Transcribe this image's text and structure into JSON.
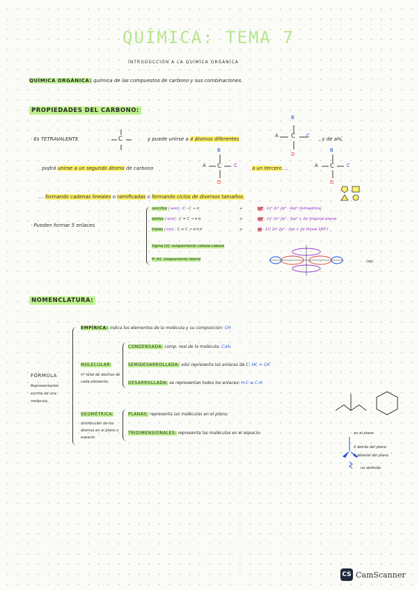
{
  "header": {
    "title": "QUÍMICA: TEMA 7",
    "subtitle": "INTRODUCCIÓN A LA QUÍMICA ORGÁNICA"
  },
  "definition": {
    "term": "QUÍMICA ORGÁNICA:",
    "text": "química de las compuestos de carbono y sus combinaciones."
  },
  "carbon": {
    "heading": "PROPIEDADES DEL CARBONO:",
    "line1_a": "· Es TETRAVALENTE",
    "c_center": "C",
    "line1_b": "y puede unirse a",
    "line1_hl": "4 átomos diferentes",
    "line1_c": ", y de ahí,",
    "atom_A": "A",
    "atom_B": "B",
    "atom_C": "C",
    "atom_D": "D",
    "line2_a": "podrá",
    "line2_hl": "unirse a un segundo átomo",
    "line2_b": "de carbono",
    "line2_c": "a un tercero",
    "line2_dots": "...",
    "line3_dots": "...",
    "line3_hl1": "formando cadenas lineales",
    "line3_o1": "o",
    "line3_hl2": "ramificadas",
    "line3_o2": "o",
    "line3_hl3": "formando ciclos de diversos tamaños."
  },
  "bonds": {
    "intro": "· Pueden formar 5 enlaces",
    "rows": [
      {
        "name": "sencillos",
        "tag": "[-ano]",
        "formula": ": C - C",
        "arrow": "→ σ",
        "plus": "+",
        "hyb": "sp³",
        "detail": ": 1s² 2s¹ 2p³",
        "result": ": 4sp³",
        "note": "(tetraédrica)"
      },
      {
        "name": "dobles",
        "tag": "[-eno]",
        "formula": ": C = C",
        "arrow": "→ σ π",
        "plus": "+",
        "hyb": "sp²",
        "detail": ": 1s² 2s¹ 2p³",
        "result": ": 3sp² + 2p",
        "note": "(trigonal plana)"
      },
      {
        "name": "triples",
        "tag": "[-ino]",
        "formula": ": C ≡ C",
        "arrow": "→ σ π π",
        "plus": "+",
        "hyb": "sp",
        "detail": ": 1s² 2s¹ 2p³",
        "result": ": 2sp + 2p",
        "note": "(lineal 180°)"
      }
    ],
    "sigma": "Sigma [σ]: solapamiento cabeza-cabeza",
    "pi": "Pi [π]: solapamiento lateral",
    "sp_label": "(sp)"
  },
  "nomenclature": {
    "heading": "NOMENCLATURA:",
    "formula_title": "FÓRMULA",
    "formula_desc": "Representación escrita de una molécula.",
    "empirica_label": "EMPÍRICA:",
    "empirica_text": "indica los elementos de la molécula y su composición:",
    "empirica_example": "CH",
    "molecular_label": "MOLECULAR:",
    "molecular_desc": "nº total de átomos de cada elemento.",
    "condensada_label": "CONDENSADA:",
    "condensada_text": "comp. real de la molécula:",
    "condensada_example": "C₆H₆",
    "semi_label": "SEMIDESARROLLADA:",
    "semi_text": "sólo representa los enlaces de C:",
    "semi_example": "HC = CH",
    "desarrollada_label": "DESARROLLADA:",
    "desarrollada_text": "se representan todos los enlaces:",
    "desarrollada_example": "H-C ≡ C-H",
    "geometrica_label": "GEOMÉTRICA:",
    "geometrica_desc": "distribución de los átomos en el plano o espacio.",
    "planas_label": "PLANAS:",
    "planas_text": "representa las moléculas en el plano;",
    "tridi_label": "TRIDIMENSIONALES:",
    "tridi_text": "representa las moléculas en el espacio:",
    "legend1": "en el plano",
    "legend2": "δ detrás del plano",
    "legend3": "δ delante del plano",
    "legend4": "no definido"
  },
  "watermark": {
    "logo": "CS",
    "text": "CamScanner"
  }
}
